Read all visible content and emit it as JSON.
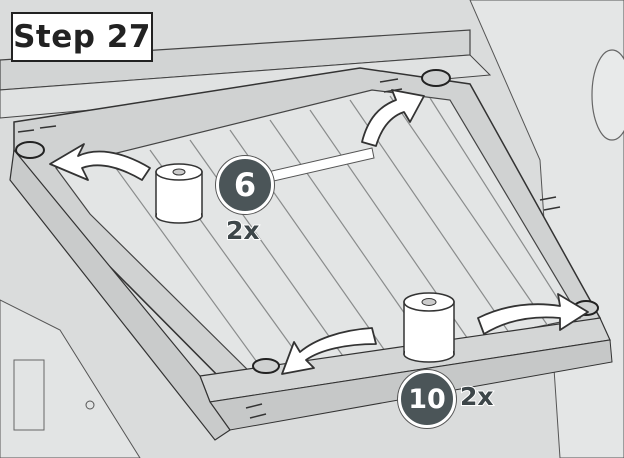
{
  "step": {
    "label": "Step 27"
  },
  "callouts": [
    {
      "part_number": "6",
      "quantity": "2x"
    },
    {
      "part_number": "10",
      "quantity": "2x"
    }
  ],
  "colors": {
    "callout_fill": "#4b5558",
    "frame_gray": "#c9cbcb",
    "background": "#dcdede"
  }
}
